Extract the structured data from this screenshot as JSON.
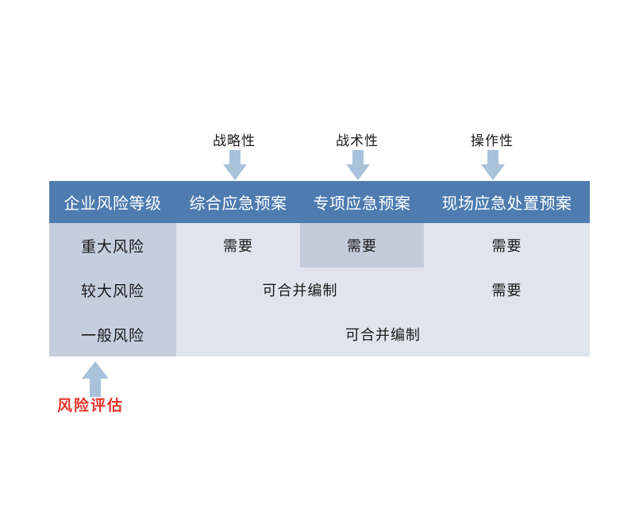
{
  "diagram": {
    "title_labels": [
      {
        "name": "strategic",
        "text": "战略性"
      },
      {
        "name": "tactical",
        "text": "战术性"
      },
      {
        "name": "operative",
        "text": "操作性"
      }
    ],
    "bottom_note": "风险评估",
    "colors": {
      "header_blue": "#4e7cb0",
      "arrow_blue": "#a9c2dc",
      "level_cell": "#c5cedd",
      "value_cell": "#dfe4ed",
      "highlight_cell": "#c3cbd9",
      "note_red": "#e8342b"
    },
    "icons": {
      "down_arrow": "arrow-down-icon",
      "up_arrow": "arrow-up-icon"
    }
  },
  "table": {
    "headers": [
      "企业风险等级",
      "综合应急预案",
      "专项应急预案",
      "现场应急处置预案"
    ],
    "rows": [
      {
        "level": "重大风险",
        "cells": [
          {
            "text": "需要",
            "span": 1,
            "highlight": false
          },
          {
            "text": "需要",
            "span": 1,
            "highlight": true
          },
          {
            "text": "需要",
            "span": 1,
            "highlight": false
          }
        ]
      },
      {
        "level": "较大风险",
        "cells": [
          {
            "text": "可合并编制",
            "span": 2,
            "highlight": false
          },
          {
            "text": "需要",
            "span": 1,
            "highlight": false
          }
        ]
      },
      {
        "level": "一般风险",
        "cells": [
          {
            "text": "可合并编制",
            "span": 3,
            "highlight": false
          }
        ]
      }
    ]
  }
}
